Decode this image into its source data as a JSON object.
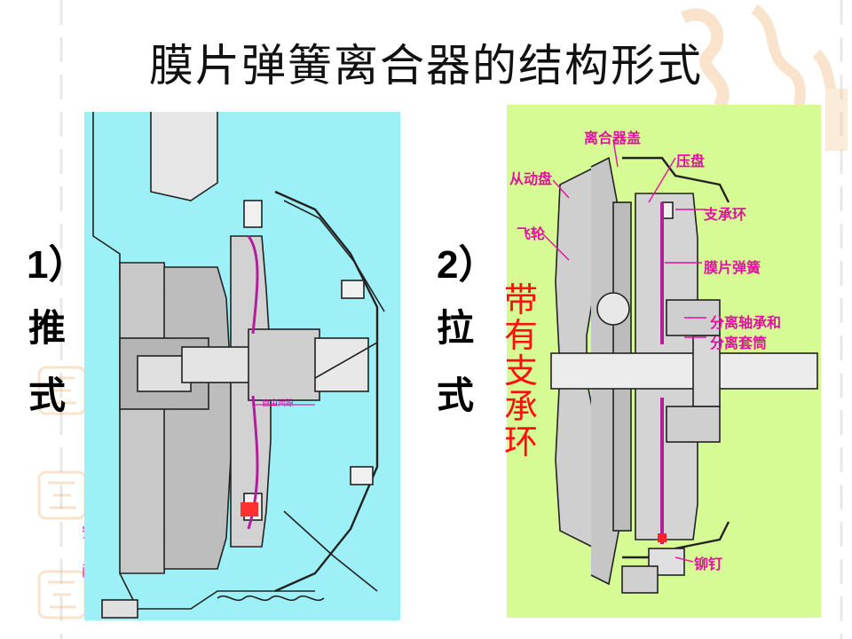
{
  "title": "膜片弹簧离合器的结构形式",
  "left": {
    "num": "1）",
    "char1": "推",
    "char2": "式",
    "gap_label": "自由间隙"
  },
  "right": {
    "num": "2）",
    "char1": "拉",
    "char2": "式"
  },
  "support_ring_note": [
    "带",
    "有",
    "支",
    "承",
    "环"
  ],
  "labels": {
    "clutch_cover": "离合器盖",
    "pressure_plate": "压盘",
    "driven_disc": "从动盘",
    "flywheel": "飞轮",
    "support_ring": "支承环",
    "diaphragm_spring": "膜片弹簧",
    "release_bearing_1": "分离轴承和",
    "release_bearing_2": "分离套筒",
    "rivet": "铆钉"
  },
  "edge_fragments": [
    "安",
    "闭"
  ],
  "colors": {
    "left_bg": "#9ef0f7",
    "right_bg": "#d6fa94",
    "label": "#e0129e",
    "note": "#ff1010",
    "spring": "#b0209a"
  }
}
